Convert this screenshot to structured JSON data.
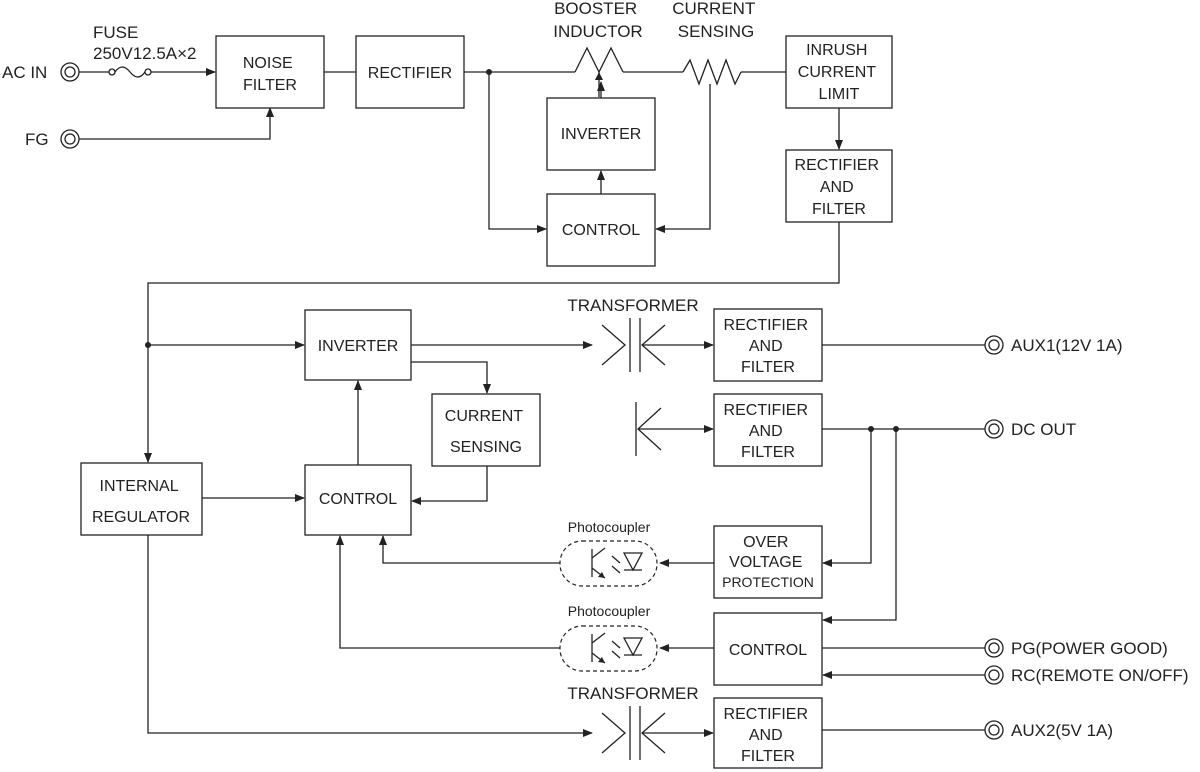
{
  "terminals": {
    "ac_in": "AC IN",
    "fg": "FG",
    "aux1": "AUX1(12V 1A)",
    "dc_out": "DC OUT",
    "pg": "PG(POWER GOOD)",
    "rc": "RC(REMOTE ON/OFF)",
    "aux2": "AUX2(5V 1A)"
  },
  "labels": {
    "fuse": [
      "FUSE",
      "250V12.5A×2"
    ],
    "booster_inductor": [
      "BOOSTER",
      "INDUCTOR"
    ],
    "current_sensing_top": [
      "CURRENT",
      "SENSING"
    ],
    "transformer_1": "TRANSFORMER",
    "transformer_2": "TRANSFORMER",
    "photocoupler_1": "Photocoupler",
    "photocoupler_2": "Photocoupler"
  },
  "blocks": {
    "noise_filter": [
      "NOISE",
      "FILTER"
    ],
    "rectifier_1": [
      "RECTIFIER"
    ],
    "inverter_pfc": [
      "INVERTER"
    ],
    "control_pfc": [
      "CONTROL"
    ],
    "inrush_limit": [
      "INRUSH",
      "CURRENT",
      "LIMIT"
    ],
    "rectifier_filter_1": [
      "RECTIFIER",
      "AND",
      "FILTER"
    ],
    "inverter_main": [
      "INVERTER"
    ],
    "current_sensing_main": [
      "CURRENT",
      "SENSING"
    ],
    "internal_regulator": [
      "INTERNAL",
      "REGULATOR"
    ],
    "control_main": [
      "CONTROL"
    ],
    "rectifier_filter_aux1": [
      "RECTIFIER",
      "AND",
      "FILTER"
    ],
    "rectifier_filter_dc": [
      "RECTIFIER",
      "AND",
      "FILTER"
    ],
    "over_voltage_protection": [
      "OVER",
      "VOLTAGE",
      "PROTECTION"
    ],
    "control_pg": [
      "CONTROL"
    ],
    "rectifier_filter_aux2": [
      "RECTIFIER",
      "AND",
      "FILTER"
    ]
  }
}
